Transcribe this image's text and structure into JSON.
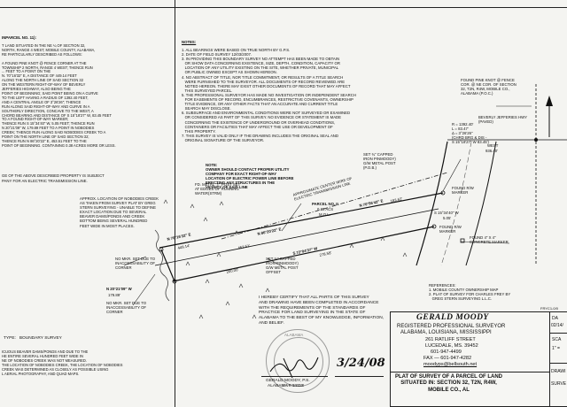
{
  "left_column": {
    "heading": "INPARCEL NO. 11):",
    "legal_description": "T LAND SITUATED IN THE NE ¼ OF SECTION 32,\nNORTH, RANGE 4 WEST, MOBILE COUNTY, ALABAMA,\nRE PARTICULARLY DESCRIBED AS FOLLOWS:\n\nA FOUND PINE KNOT @ FENCE CORNER AT THE\nTOWNSHIP 2 NORTH, RANGE 4 WEST; THENCE RUN\n... FEET TO A POINT ON THE\nN. 70°16'32\" E, A DISTANCE OF 449.14 FEET\nALONG THE NORTH LINE OF SAID SECTION 32\nON THE WESTERN RIGHT-OF-WAY OF BEVERLY\nJEFFERIES HIGHWAY, ALSO BEING THE\nPOINT OF BEGINNING; SAID POINT BEING ON A CURVE\nTO THE LEFT HAVING A RADIUS OF 1392.40 FEET,\nAND A CENTRAL ANGLE OF 3°26'26\"; THENCE\nRUN ALONG SAID RIGHT-OF-WAY AND CURVE IN A\nSOUTHERLY DIRECTION, CONCAVE TO THE WEST, A\nCHORD BEARING AND DISTANCE OF S 15°18'27\" W, 83.45 FEET\nTO A FOUND RIGHT-OF-WAY MARKER;\nTHENCE RUN S 15°34'40\" W, 5.05 FEET; THENCE RUN\nN 20°21'09\" W, 179.89 FEET TO A POINT IN NOBODIES\nCREEK; THENCE RUN ALONG SAID NOBODIES CREEK TO A\nPOINT ON THE NORTH LINE OF SAID SECTION 32;\nTHENCE RUN N 86°20'22\" E, 453.51 FEET TO THE\nPOINT OF BEGINNING. CONTAINING 0.38 ACRES MORE OR LESS.",
    "survey_type": "TYPE:   BOUNDARY SURVEY",
    "note_heading": "GE OF THE ABOVE DESCRIBED PROPERTY IS SUBJECT",
    "note_text": "PANY FOR AN ELECTRIC TRANSMISSION LINE.",
    "bottom_note": "ICUOUS BEAVER DAMS/PONDS AND DUE TO THE\nHE ENTIRE SEVERAL HUNDRED FEET WIDE IN\nNE OF NOBODIES CREEK WAS NOT MEASURED.\nTHE LOCATION OF NOBODIES CREEK, THE LOCATION OF NOBODIES\nCREEK WAS DETERMINED AS CLOSELY AS POSSIBLE USING\nL AERIAL PHOTOGRAPHY, AND QUAD MAPS."
  },
  "notes": {
    "heading": "NOTES:",
    "items": [
      "1. ALL BEARINGS WERE BASED ON TRUE NORTH BY G.P.S.",
      "2. DATE OF FIELD SURVEY 12/03/2007.",
      "3. IN PROVIDING THIS BOUNDARY SURVEY NO ATTEMPT HAS BEEN MADE TO OBTAIN\n   OR SHOW DATA CONCERNING EXISTENCE, SIZE, DEPTH, CONDITION, CAPACITY OR\n   LOCATION OF ANY UTILITY EXISTING ON THE SITE, WHETHER PRIVATE, MUNICIPAL\n   OR PUBLIC OWNED EXCEPT AS SHOWN HEREON.",
      "4. NO ABSTRACT OF TITLE, NOR TITLE COMMITMENT, OR RESULTS OF A TITLE SEARCH\n   WERE FURNISHED TO THE SURVEYOR. ALL DOCUMENTS OF RECORD REVIEWED ARE\n   NOTED HEREON. THERE MAY EXIST OTHER DOCUMENTS OF RECORD THAT MAY AFFECT\n   THIS SURVEYED PARCEL.",
      "5. THE PROFESSIONAL SURVEYOR HAS MADE NO INVESTIGATION OR INDEPENDENT SEARCH\n   FOR EASEMENTS OF RECORD, ENCUMBRANCES, RESTRICTIVE COVENANTS, OWNERSHIP\n   TITLE EVIDENCE, OR ANY OTHER FACTS THAT AN ACCURATE AND CURRENT TITLE\n   SEARCH MAY DISCLOSE.",
      "6. SUBSURFACE AND ENVIRONMENTAL CONDITIONS WERE NOT SURVEYED OR EXAMINED\n   OR CONSIDERED AS PART OF THIS SURVEY. NO EVIDENCE OR STATEMENT IS MADE\n   CONCERNING THE EXISTENCE OF UNDERGROUND OR OVERHEAD CONDITIONS,\n   CONTAINERS OR FACILITIES THAT MAY AFFECT THE USE OR DEVELOPMENT OF\n   THIS PROPERTY.",
      "7. THIS SURVEY IS VALID ONLY IF THE DRAWING INCLUDES THE ORIGINAL SEAL AND\n   ORIGINAL SIGNATURE OF THE SURVEYOR."
    ]
  },
  "drawing": {
    "utility_note": "NOTE:\nOWNER SHOULD CONTACT PROPER UTILITY\nCOMPANY FOR EXACT RIGHT-OF-WAY\nLOCATION OF ELECTRIC POWER LINE BEFORE\nERECTING ANY STRUCTURES IN THE\nVICINITY OF SAID LINE",
    "powerline_label": "APPROXIMATE CENTER WIRE OF\nELECTRIC TRANSMISSION LINE",
    "creek_note": "APPROX. LOCATION OF NOBODIES CREEK\nAS TAKEN FROM SURVEY PLAT BY GREG\nSTERN SURVEYING - UNABLE TO DEFINE\nEXACT LOCATION DUE TO SEVERAL\nBEAVER DAMS/PONDS AND CREEK\nBOTTOM BEING SEVERAL HUNDRED\nFEET WIDE IN MOST PLACES.",
    "fd_post": "FD. METAL \"T\" POST SET\nAT EDGES OF RUNNING\nWATER(STRM)",
    "set_pipe_top": "SET ¾\" CAPPED\nIRON PINMOODY)\nG/W METAL POST\n(P.O.B.)",
    "set_pipe_bottom": "SET ¾\" CAPPED\nIRON PINMOODY)\nG/W METAL POST\nOFFSET",
    "no_mkr_1": "NO MKR. SET DUE TO\nINACCESSABILITY OF\nCORNER",
    "no_mkr_2": "NO MKR. SET DUE TO\nINACCESSABILITY OF\nCORNER",
    "parcel_label": "PARCEL NO. II",
    "parcel_acres": "0.38 ACS",
    "parcel_rest": "M.O.L.",
    "bearings": {
      "north_line": "N 70°16'32\" E",
      "north_dist": "449.14'",
      "parcel_north": "N 86°20'22\" E",
      "parcel_north_dist": "453.51'",
      "east_line": "N 70°56'42\" E",
      "east_dist": "183.62'",
      "south_line": "S 72°04'37\" W",
      "south_dist": "278.58'",
      "west_line": "N 20°21'09\" W",
      "west_dist": "179.89'",
      "chord_200": "200.00'"
    },
    "found_pine_knot": "FOUND PINE KNOT @ FENCE\nCOR. @ NE COR. OF SECTION\n32, T2N, R4W, MOBILE CO.,\nALABAMA (P.O.C.)",
    "highway": "BEVERLY JEFFERIES HWY\n(PAVED)",
    "curve_data": "R = 1392.40'\nL = 83.47'\nΔ = 3°26'26\"\n(CHRD BRG & DIS -\nS 15°18'27\" W 83.45')",
    "west_label": "WEST",
    "west_dist": "936.40'",
    "found_row": "FOUND R/W\nMARKER",
    "s_bearing": "S 15°34'40\" W",
    "s_dist": "5.05'",
    "found_concrete": "FOUND 4\" X 4\"\nCONCRETE MARKER",
    "found_row_2": "FOUND R/W\nMARKER",
    "references": "REFERENCES:\n1. MOBILE COUNTY OWNERSHIP MAP\n2. PLAT OF SURVEY FOR CHARLES FREY BY\n   GREG STERN SURVEYING L.L.C."
  },
  "certification": {
    "text": "I HEREBY CERTIFY THAT ALL PARTS OF THIS SURVEY\nAND DRAWING HAVE BEEN COMPLETED IN ACCORDANCE\nWITH THE REQUIREMENTS OF THE STANDARDS OF\nPRACTICE FOR LAND SURVEYING IN THE STATE OF\nALABAMA TO THE BEST OF MY KNOWLEDGE, INFORMATION,\nAND BELIEF.",
    "signer": "GERALD MOODY, P.S.",
    "license": "ALABAMA # 14113",
    "date": "3/24/08"
  },
  "seal": {
    "top": "ALABAMA",
    "bottom": "SURVEYOR"
  },
  "title_block": {
    "name": "GERALD MOODY",
    "line1": "REGISTERED PROFESSIONAL SURVEYOR",
    "line2": "ALABAMA, LOUISIANA, MISSISSIPPI",
    "line3": "261 RATLIFF STREET",
    "line4": "LUCEDALE, MS. 39452",
    "phone": "601-947-4499",
    "fax": "FAX — 601-947-4282",
    "email": "moodyps@bellsouth.net",
    "plat_title": "PLAT OF SURVEY OF A PARCEL OF LAND\nSITUATED IN: SECTION 32, T2N, R4W,\nMOBILE CO., AL",
    "right_labels": [
      "DA",
      "02/14/",
      "SCA",
      "1\" =",
      "DRAWI",
      "SURVE"
    ],
    "file_label": "FRYC1-0/0"
  }
}
